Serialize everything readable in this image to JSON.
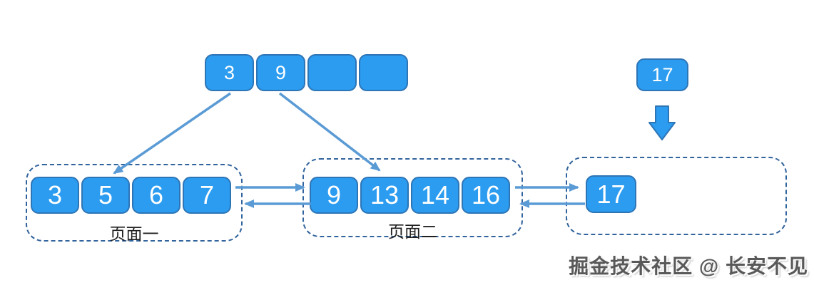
{
  "diagram_title": "b-plus-tree-page-split-insert",
  "colors": {
    "cell_fill": "#2B9CF0",
    "cell_border": "#2E75B6",
    "arrow": "#5B9BD5",
    "page_dashed_border": "#31639C",
    "page_label_text": "#1f1f1f",
    "watermark_text": "#595959",
    "background": "#ffffff"
  },
  "root_node": {
    "cells": [
      "3",
      "9",
      "",
      ""
    ]
  },
  "pending_key": {
    "value": "17"
  },
  "pages": [
    {
      "label": "页面一",
      "cells": [
        "3",
        "5",
        "6",
        "7"
      ]
    },
    {
      "label": "页面二",
      "cells": [
        "9",
        "13",
        "14",
        "16"
      ]
    },
    {
      "label": "",
      "cells": [
        "17"
      ]
    }
  ],
  "watermark": "掘金技术社区 @ 长安不见"
}
